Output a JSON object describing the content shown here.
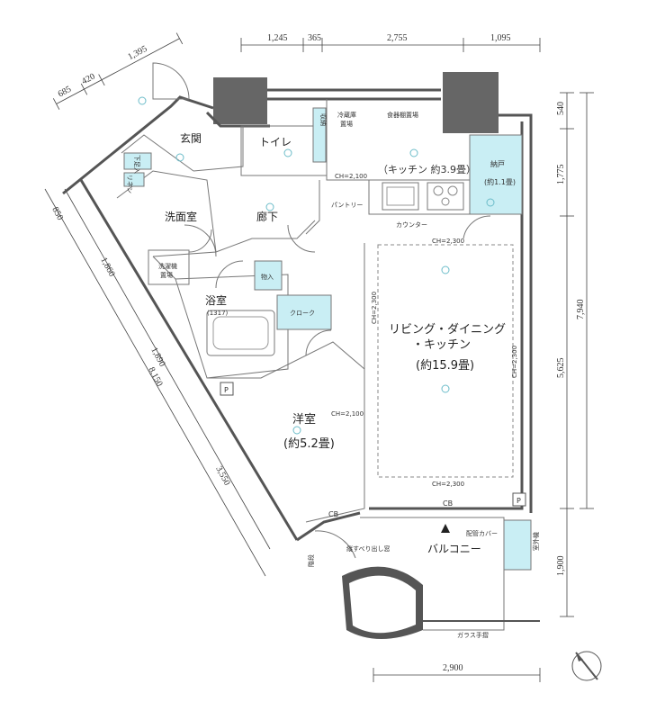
{
  "top_dims": [
    "1,245",
    "365",
    "2,755",
    "1,095"
  ],
  "topleft_dims": [
    "685",
    "420",
    "1,395"
  ],
  "right_dims": [
    "540",
    "1,775",
    "5,625",
    "1,900",
    "7,940"
  ],
  "left_dims": [
    "850",
    "1,860",
    "1,890",
    "8,150",
    "3,550"
  ],
  "bottom_dim": "2,900",
  "rooms": {
    "genkan": "玄関",
    "toilet": "トイレ",
    "kitchen": "（キッチン 約3.9畳）",
    "nando": "納戸",
    "nando_size": "(約1.1畳)",
    "senmen": "洗面室",
    "rouka": "廊下",
    "sentakuki": "洗濯機",
    "sentakuki2": "置場",
    "yokushitsu": "浴室",
    "yokushitsu_size": "(1317)",
    "ldk1": "リビング・ダイニング",
    "ldk2": "・キッチン",
    "ldk_size": "(約15.9畳)",
    "youshitsu": "洋室",
    "youshitsu_size": "(約5.2畳)",
    "balcony": "バルコニー"
  },
  "labels": {
    "reizouko": "冷蔵庫",
    "okiba": "置場",
    "shokkidana": "食器棚置場",
    "ch_kitchen": "CH=2,100",
    "pantry": "パントリー",
    "counter": "カウンター",
    "ch_ldk_top": "CH=2,300",
    "ch_ldk_left": "CH=2,300",
    "ch_ldk_right": "CH=2,300",
    "ch_ldk_bottom": "CH=2,300",
    "ch_youshitsu": "CH=2,100",
    "monoire": "物入",
    "closet": "クローク",
    "cb1": "CB",
    "cb2": "CB",
    "p1": "P",
    "p2": "P",
    "haikan": "配管カバー",
    "tatesuberi": "縦すべり出し窓",
    "glass": "ガラス手摺",
    "shitsugai": "室外機",
    "kaidan": "階段",
    "shuunou": "収納",
    "kutsuire": "下足入",
    "linen": "リネン"
  },
  "icons": [
    "compass-icon",
    "door-swing-icon",
    "bathtub-icon",
    "sink-icon",
    "stove-icon"
  ]
}
